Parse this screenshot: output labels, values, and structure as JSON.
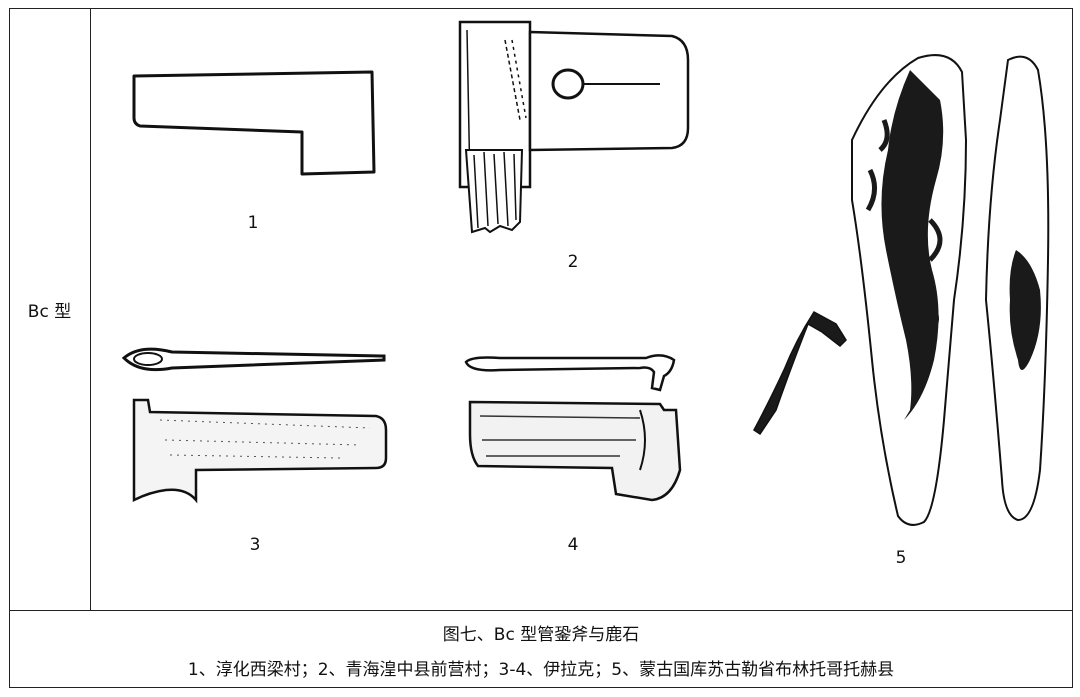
{
  "row_label": "Bc 型",
  "figures": [
    {
      "num": "1"
    },
    {
      "num": "2"
    },
    {
      "num": "3"
    },
    {
      "num": "4"
    },
    {
      "num": "5"
    }
  ],
  "caption": {
    "title": "图七、Bc 型管銎斧与鹿石",
    "note": "1、淳化西梁村；2、青海湟中县前营村；3-4、伊拉克；5、蒙古国库苏古勒省布林托哥托赫县"
  }
}
